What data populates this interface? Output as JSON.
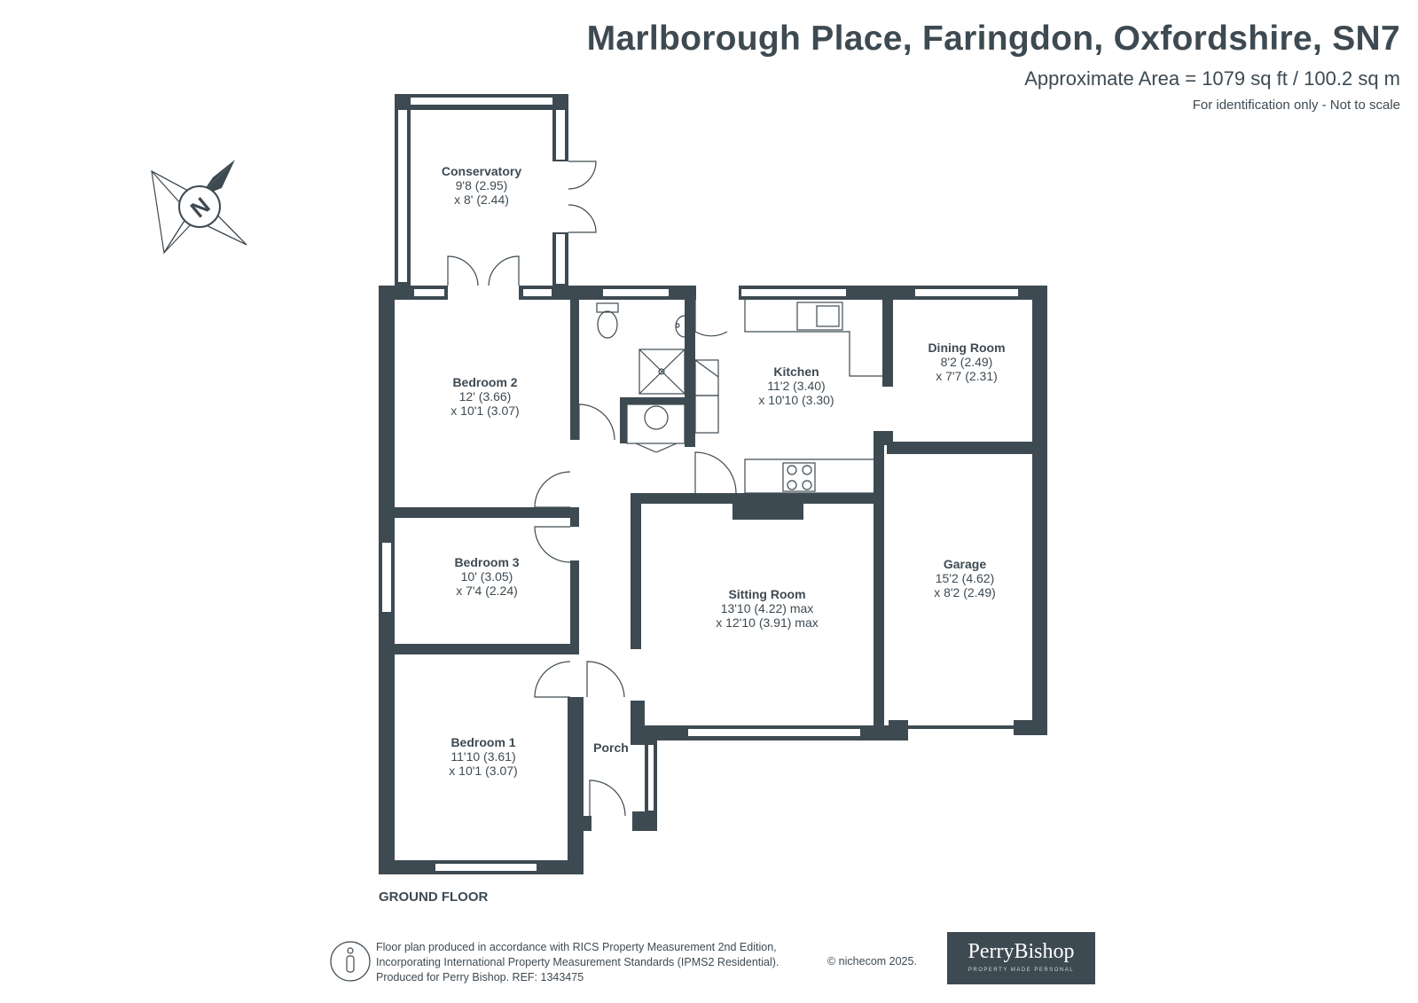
{
  "header": {
    "title": "Marlborough Place, Faringdon, Oxfordshire, SN7",
    "area": "Approximate Area = 1079 sq ft / 100.2 sq m",
    "note": "For identification only - Not to scale"
  },
  "compass": {
    "letter": "N"
  },
  "rooms": {
    "conservatory": {
      "name": "Conservatory",
      "dim1": "9'8 (2.95)",
      "dim2": "x 8' (2.44)"
    },
    "bedroom2": {
      "name": "Bedroom 2",
      "dim1": "12' (3.66)",
      "dim2": "x 10'1 (3.07)"
    },
    "kitchen": {
      "name": "Kitchen",
      "dim1": "11'2 (3.40)",
      "dim2": "x 10'10 (3.30)"
    },
    "dining": {
      "name": "Dining Room",
      "dim1": "8'2 (2.49)",
      "dim2": "x 7'7 (2.31)"
    },
    "bedroom3": {
      "name": "Bedroom 3",
      "dim1": "10' (3.05)",
      "dim2": "x 7'4 (2.24)"
    },
    "sitting": {
      "name": "Sitting Room",
      "dim1": "13'10 (4.22) max",
      "dim2": "x 12'10 (3.91) max"
    },
    "garage": {
      "name": "Garage",
      "dim1": "15'2 (4.62)",
      "dim2": "x 8'2 (2.49)"
    },
    "porch": {
      "name": "Porch"
    },
    "bedroom1": {
      "name": "Bedroom 1",
      "dim1": "11'10 (3.61)",
      "dim2": "x 10'1 (3.07)"
    }
  },
  "floor_label": "GROUND FLOOR",
  "footer": {
    "line1": "Floor plan produced in accordance with RICS Property Measurement 2nd Edition,",
    "line2": "Incorporating International Property Measurement Standards (IPMS2 Residential).",
    "line3": "Produced for Perry Bishop.   REF: 1343475",
    "copyright": "© nichecom 2025."
  },
  "logo": {
    "name": "PerryBishop",
    "tagline": "PROPERTY MADE PERSONAL"
  },
  "colors": {
    "wall": "#3e4a52",
    "text": "#3e4a52",
    "background": "#ffffff"
  }
}
